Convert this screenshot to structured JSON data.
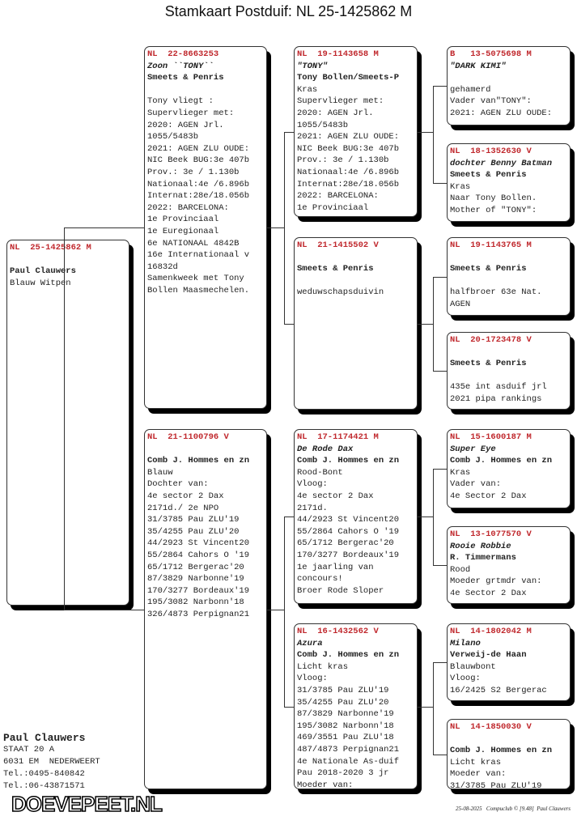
{
  "title": "Stamkaart Postduif: NL  25-1425862 M",
  "birds": [
    {
      "ring": "NL  25-1425862 M",
      "name": "",
      "owner": "Paul Clauwers",
      "lines": [
        "Blauw Witpen"
      ]
    },
    {
      "ring": "NL  22-8663253",
      "name": "Zoon ``TONY``",
      "owner": "Smeets & Penris",
      "lines": [
        "",
        "Tony vliegt :",
        "Supervlieger met:",
        "2020: AGEN Jrl.",
        "1055/5483b",
        "2021: AGEN ZLU OUDE:",
        "NIC Beek BUG:3e 407b",
        "Prov.: 3e / 1.130b",
        "Nationaal:4e /6.896b",
        "Internat:28e/18.056b",
        "2022: BARCELONA:",
        "1e Provinciaal",
        "1e Euregionaal",
        "6e NATIONAAL 4842B",
        "16e Internationaal v",
        "16832d",
        "Samenkweek met Tony",
        "Bollen Maasmechelen."
      ]
    },
    {
      "ring": "NL  21-1100796 V",
      "name": "",
      "owner": "Comb J. Hommes en zn",
      "lines": [
        "Blauw",
        "Dochter van:",
        "4e sector 2 Dax",
        "2171d./ 2e NPO",
        "31/3785 Pau ZLU'19",
        "35/4255 Pau ZLU'20",
        "44/2923 St Vincent20",
        "55/2864 Cahors O '19",
        "65/1712 Bergerac'20",
        "87/3829 Narbonne'19",
        "170/3277 Bordeaux'19",
        "195/3082 Narbonn'18",
        "326/4873 Perpignan21"
      ]
    },
    {
      "ring": "NL  19-1143658 M",
      "name": "\"TONY\"",
      "owner": "Tony Bollen/Smeets-P",
      "lines": [
        "Kras",
        "Supervlieger met:",
        "2020: AGEN Jrl.",
        "1055/5483b",
        "2021: AGEN ZLU OUDE:",
        "NIC Beek BUG:3e 407b",
        "Prov.: 3e / 1.130b",
        "Nationaal:4e /6.896b",
        "Internat:28e/18.056b",
        "2022: BARCELONA:",
        "1e Provinciaal"
      ]
    },
    {
      "ring": "NL  21-1415502 V",
      "name": "",
      "owner": "Smeets & Penris",
      "lines": [
        "",
        "weduwschapsduivin"
      ]
    },
    {
      "ring": "NL  17-1174421 M",
      "name": "De Rode Dax",
      "owner": "Comb J. Hommes en zn",
      "lines": [
        "Rood-Bont",
        "Vloog:",
        "4e sector 2 Dax",
        "2171d.",
        "44/2923 St Vincent20",
        "55/2864 Cahors O '19",
        "65/1712 Bergerac'20",
        "170/3277 Bordeaux'19",
        "1e jaarling van",
        "concours!",
        "Broer Rode Sloper"
      ]
    },
    {
      "ring": "NL  16-1432562 V",
      "name": "Azura",
      "owner": "Comb J. Hommes en zn",
      "lines": [
        "Licht kras",
        "Vloog:",
        "31/3785 Pau ZLU'19",
        "35/4255 Pau ZLU'20",
        "87/3829 Narbonne'19",
        "195/3082 Narbonn'18",
        "469/3551 Pau ZLU'18",
        "487/4873 Perpignan21",
        "4e Nationale As-duif",
        "Pau 2018-2020 3 jr",
        "Moeder van:"
      ]
    },
    {
      "ring": "B   13-5075698 M",
      "name": "\"DARK KIMI\"",
      "owner": "",
      "lines": [
        "gehamerd",
        "Vader van\"TONY\":",
        "2021: AGEN ZLU OUDE:"
      ]
    },
    {
      "ring": "NL  18-1352630 V",
      "name": "dochter Benny Batman",
      "owner": "Smeets & Penris",
      "lines": [
        "Kras",
        "Naar Tony Bollen.",
        "Mother of \"TONY\":"
      ]
    },
    {
      "ring": "NL  19-1143765 M",
      "name": "",
      "owner": "Smeets & Penris",
      "lines": [
        "",
        "halfbroer 63e Nat.",
        "AGEN"
      ]
    },
    {
      "ring": "NL  20-1723478 V",
      "name": "",
      "owner": "Smeets & Penris",
      "lines": [
        "",
        "435e int asduif jrl",
        "2021 pipa rankings"
      ]
    },
    {
      "ring": "NL  15-1600187 M",
      "name": "Super Eye",
      "owner": "Comb J. Hommes en zn",
      "lines": [
        "Kras",
        "Vader van:",
        "4e Sector 2 Dax"
      ]
    },
    {
      "ring": "NL  13-1077570 V",
      "name": "Rooie Robbie",
      "owner": "R. Timmermans",
      "lines": [
        "Rood",
        "Moeder grtmdr van:",
        "4e Sector 2 Dax"
      ]
    },
    {
      "ring": "NL  14-1802042 M",
      "name": "Milano",
      "owner": "Verweij-de Haan",
      "lines": [
        "Blauwbont",
        "Vloog:",
        "16/2425 S2 Bergerac"
      ]
    },
    {
      "ring": "NL  14-1850030 V",
      "name": "",
      "owner": "Comb J. Hommes en zn",
      "lines": [
        "Licht kras",
        "Moeder van:",
        "31/3785 Pau ZLU'19"
      ]
    }
  ],
  "owner": {
    "name": "Paul Clauwers",
    "lines": [
      "STAAT 20 A",
      "6031 EM  NEDERWEERT",
      "Tel.:0495-840842",
      "Tel.:06-43871571"
    ]
  },
  "logo": "DOEVEPEET.NL",
  "footer": "25-08-2025   Compuclub © [9.48]  Paul Clauwers"
}
